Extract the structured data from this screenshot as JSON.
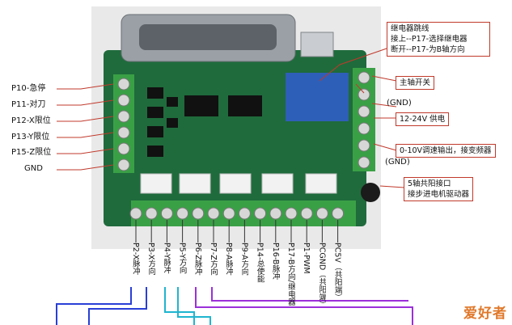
{
  "left_labels": [
    {
      "id": "p10",
      "text": "P10-急停"
    },
    {
      "id": "p11",
      "text": "P11-对刀"
    },
    {
      "id": "p12",
      "text": "P12-X限位"
    },
    {
      "id": "p13",
      "text": "P13-Y限位"
    },
    {
      "id": "p15",
      "text": "P15-Z限位"
    },
    {
      "id": "gnd",
      "text": "GND"
    }
  ],
  "relay_box": {
    "line1": "继电器跳线",
    "line2": "接上--P17-选择继电器",
    "line3": "断开--P17-为B轴方向"
  },
  "right_labels": {
    "spindle": "主轴开关",
    "gnd_top": "(GND)",
    "supply": "12-24V 供电",
    "vfd": "0-10V调速输出，接变频器",
    "gnd_bottom": "(GND)",
    "common_anode": "5轴共阳接口",
    "common_anode2": "接步进电机驱动器"
  },
  "bottom_labels": [
    "P2-X脉冲",
    "P3-X方向",
    "P4-Y脉冲",
    "P5-Y方向",
    "P6-Z脉冲",
    "P7-Z方向",
    "P8-A脉冲",
    "P9-A方向",
    "P14-总使能",
    "P16-B脉冲",
    "P17-B方向/继电器",
    "P1-PWM",
    "PCGND（共阳端）",
    "PC5V（共阳端）"
  ],
  "logo_text": "爱好者",
  "colors": {
    "board": "#1f6b3c",
    "terminal": "#3aa046",
    "db25": "#9aa0a6",
    "relay": "#2e5fb8",
    "wire_purple": "#9b30d9",
    "wire_cyan": "#1fb5d0",
    "wire_blue": "#2a3fd6",
    "callout": "#c0392b"
  }
}
